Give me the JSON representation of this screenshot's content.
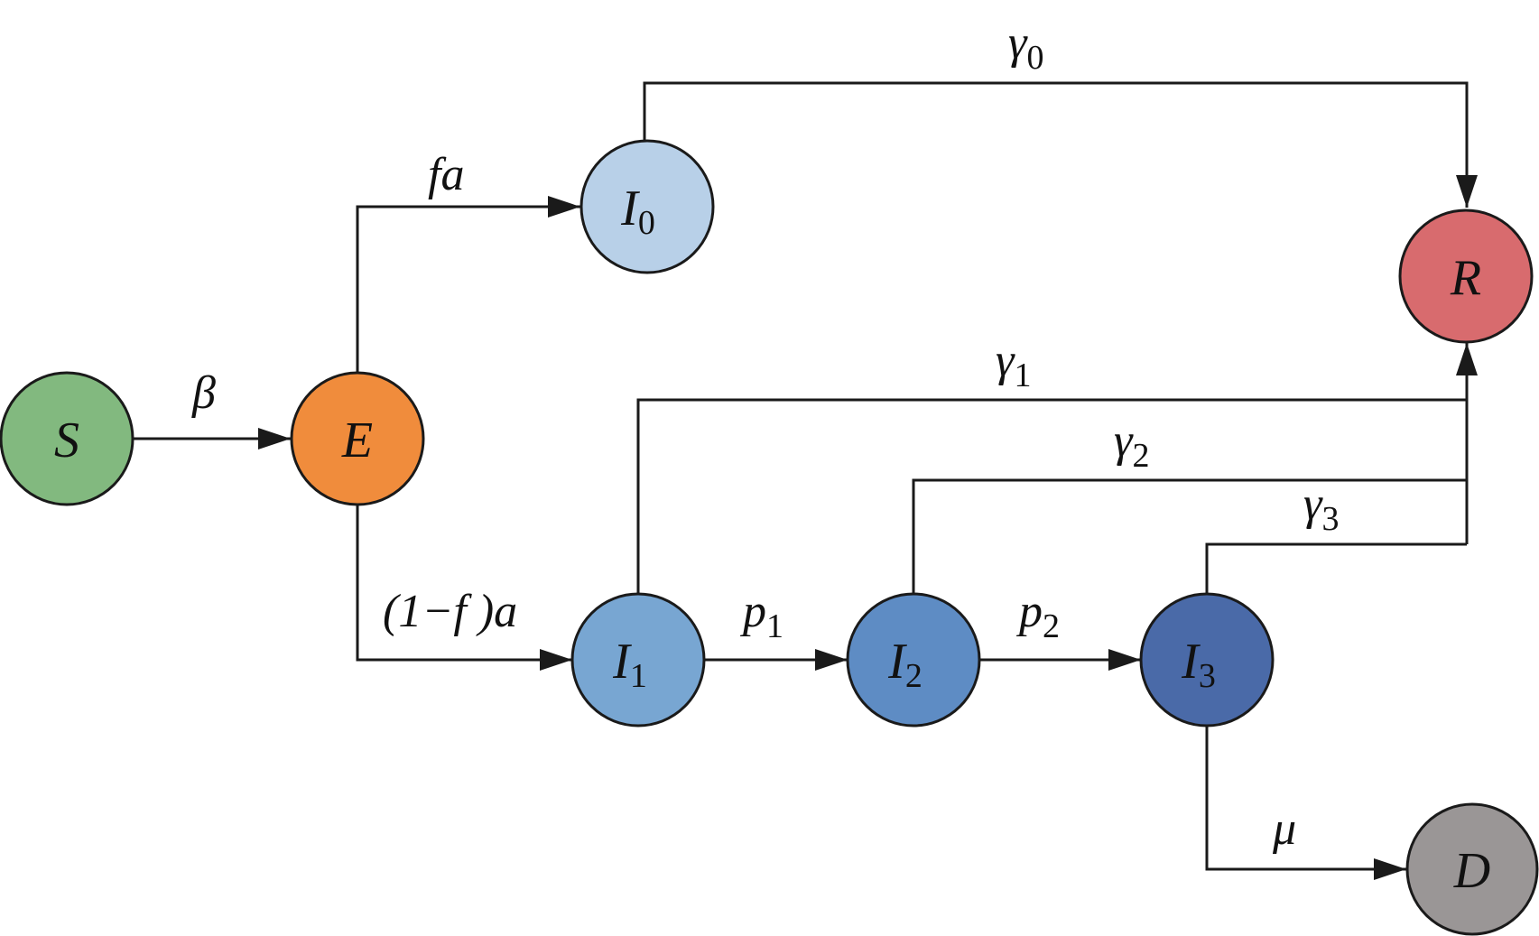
{
  "nodes": {
    "S": {
      "letter": "S",
      "sub": "",
      "color": "#82b97f"
    },
    "E": {
      "letter": "E",
      "sub": "",
      "color": "#f08c3c"
    },
    "I0": {
      "letter": "I",
      "sub": "0",
      "color": "#b8d0e8"
    },
    "I1": {
      "letter": "I",
      "sub": "1",
      "color": "#78a6d2"
    },
    "I2": {
      "letter": "I",
      "sub": "2",
      "color": "#5e8cc4"
    },
    "I3": {
      "letter": "I",
      "sub": "3",
      "color": "#4a6aa8"
    },
    "R": {
      "letter": "R",
      "sub": "",
      "color": "#d86b6e"
    },
    "D": {
      "letter": "D",
      "sub": "",
      "color": "#9a9696"
    }
  },
  "edges": {
    "beta": {
      "main": "β",
      "sub": ""
    },
    "fa": {
      "main": "fa",
      "sub": ""
    },
    "one_minus_f_a": {
      "main": "(1−f )a",
      "sub": ""
    },
    "gamma0": {
      "main": "γ",
      "sub": "0"
    },
    "gamma1": {
      "main": "γ",
      "sub": "1"
    },
    "gamma2": {
      "main": "γ",
      "sub": "2"
    },
    "gamma3": {
      "main": "γ",
      "sub": "3"
    },
    "p1": {
      "main": "p",
      "sub": "1"
    },
    "p2": {
      "main": "p",
      "sub": "2"
    },
    "mu": {
      "main": "μ",
      "sub": ""
    }
  }
}
